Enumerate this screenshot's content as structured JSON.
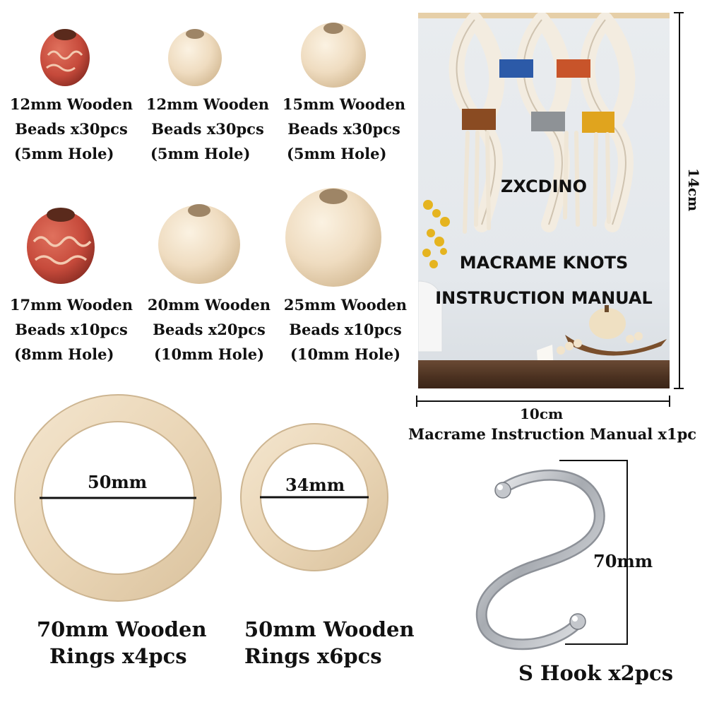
{
  "beads": [
    {
      "line1": "12mm Wooden",
      "line2": "Beads x30pcs",
      "line3": "(5mm Hole)"
    },
    {
      "line1": "12mm Wooden",
      "line2": "Beads x30pcs",
      "line3": "(5mm Hole)"
    },
    {
      "line1": "15mm Wooden",
      "line2": "Beads x30pcs",
      "line3": "(5mm Hole)"
    },
    {
      "line1": "17mm Wooden",
      "line2": "Beads x10pcs",
      "line3": "(8mm Hole)"
    },
    {
      "line1": "20mm Wooden",
      "line2": "Beads x20pcs",
      "line3": "(10mm Hole)"
    },
    {
      "line1": "25mm Wooden",
      "line2": "Beads x10pcs",
      "line3": "(10mm Hole)"
    }
  ],
  "manual": {
    "brand": "ZXCDINO",
    "title_line1": "MACRAME KNOTS",
    "title_line2": "INSTRUCTION MANUAL",
    "height_label": "14cm",
    "width_label": "10cm",
    "caption": "Macrame Instruction Manual x1pc"
  },
  "rings": [
    {
      "diameter_label": "50mm",
      "line1": "70mm Wooden",
      "line2": "Rings x4pcs"
    },
    {
      "diameter_label": "34mm",
      "line1": "50mm Wooden",
      "line2": "Rings x6pcs"
    }
  ],
  "hook": {
    "size_label": "70mm",
    "caption": "S Hook x2pcs"
  },
  "colors": {
    "wood": "#f1dfc4",
    "wood_dark": "#d8c09e",
    "red_bead": "#c84a3c",
    "blue": "#2c5aa8",
    "orange": "#c8542a",
    "brown": "#8a4b22",
    "gray": "#8e9296",
    "yellow": "#e0a41e"
  }
}
